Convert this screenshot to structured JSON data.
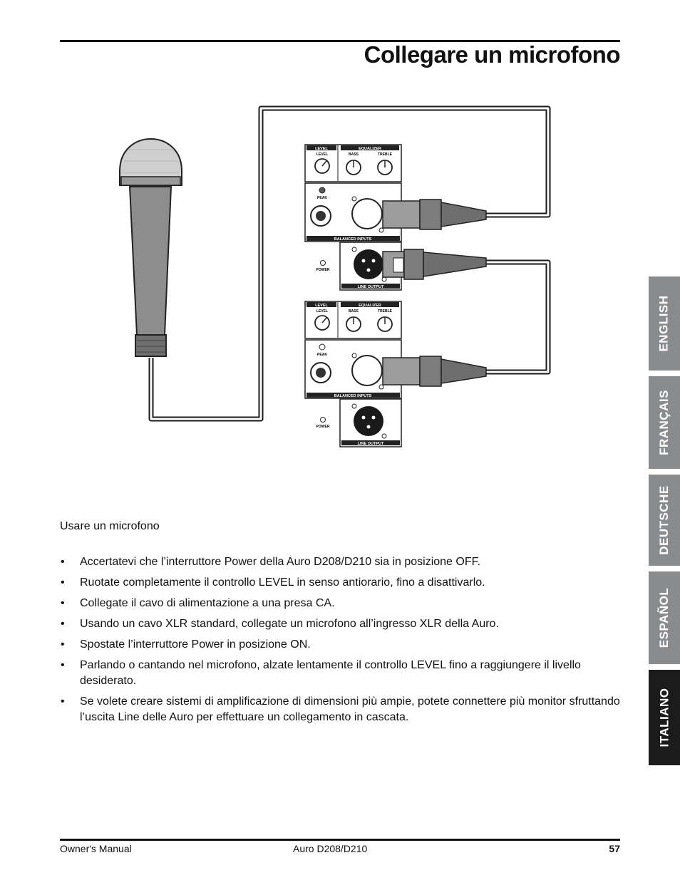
{
  "header": {
    "title": "Collegare un microfono"
  },
  "diagram": {
    "panel_top": {
      "level_header": "LEVEL",
      "eq_header": "EQUALIZER",
      "level_knob": "LEVEL",
      "bass_knob": "BASS",
      "treble_knob": "TREBLE",
      "peak": "PEAK",
      "balanced_inputs": "BALANCED INPUTS",
      "power": "POWER",
      "line_output": "LINE OUTPUT"
    },
    "panel_bottom": {
      "level_header": "LEVEL",
      "eq_header": "EQUALIZER",
      "level_knob": "LEVEL",
      "bass_knob": "BASS",
      "treble_knob": "TREBLE",
      "peak": "PEAK",
      "balanced_inputs": "BALANCED INPUTS",
      "power": "POWER",
      "line_output": "LINE OUTPUT"
    }
  },
  "body": {
    "section_label": "Usare un microfono",
    "bullets": [
      "Accertatevi che l’interruttore Power della Auro D208/D210 sia in posizione OFF.",
      "Ruotate completamente il controllo LEVEL in senso antiorario, fino a disattivarlo.",
      "Collegate il cavo di alimentazione a una presa CA.",
      "Usando un cavo XLR standard, collegate un microfono all’ingresso XLR della Auro.",
      "Spostate l’interruttore Power in posizione ON.",
      "Parlando o cantando nel microfono, alzate lentamente il controllo LEVEL fino a raggiungere il livello desiderato.",
      "Se volete creare sistemi di amplificazione di dimensioni più ampie, potete connettere più monitor sfruttando l’uscita Line delle Auro per effettuare un collegamento in cascata."
    ]
  },
  "language_tabs": [
    {
      "label": "ENGLISH",
      "active": false
    },
    {
      "label": "FRANÇAIS",
      "active": false
    },
    {
      "label": "DEUTSCHE",
      "active": false
    },
    {
      "label": "ESPAÑOL",
      "active": false
    },
    {
      "label": "ITALIANO",
      "active": true
    }
  ],
  "colors": {
    "tab_inactive": "#8a8b8d",
    "tab_active": "#1b1b1b"
  },
  "footer": {
    "left": "Owner's Manual",
    "center": "Auro D208/D210",
    "page_number": "57"
  }
}
